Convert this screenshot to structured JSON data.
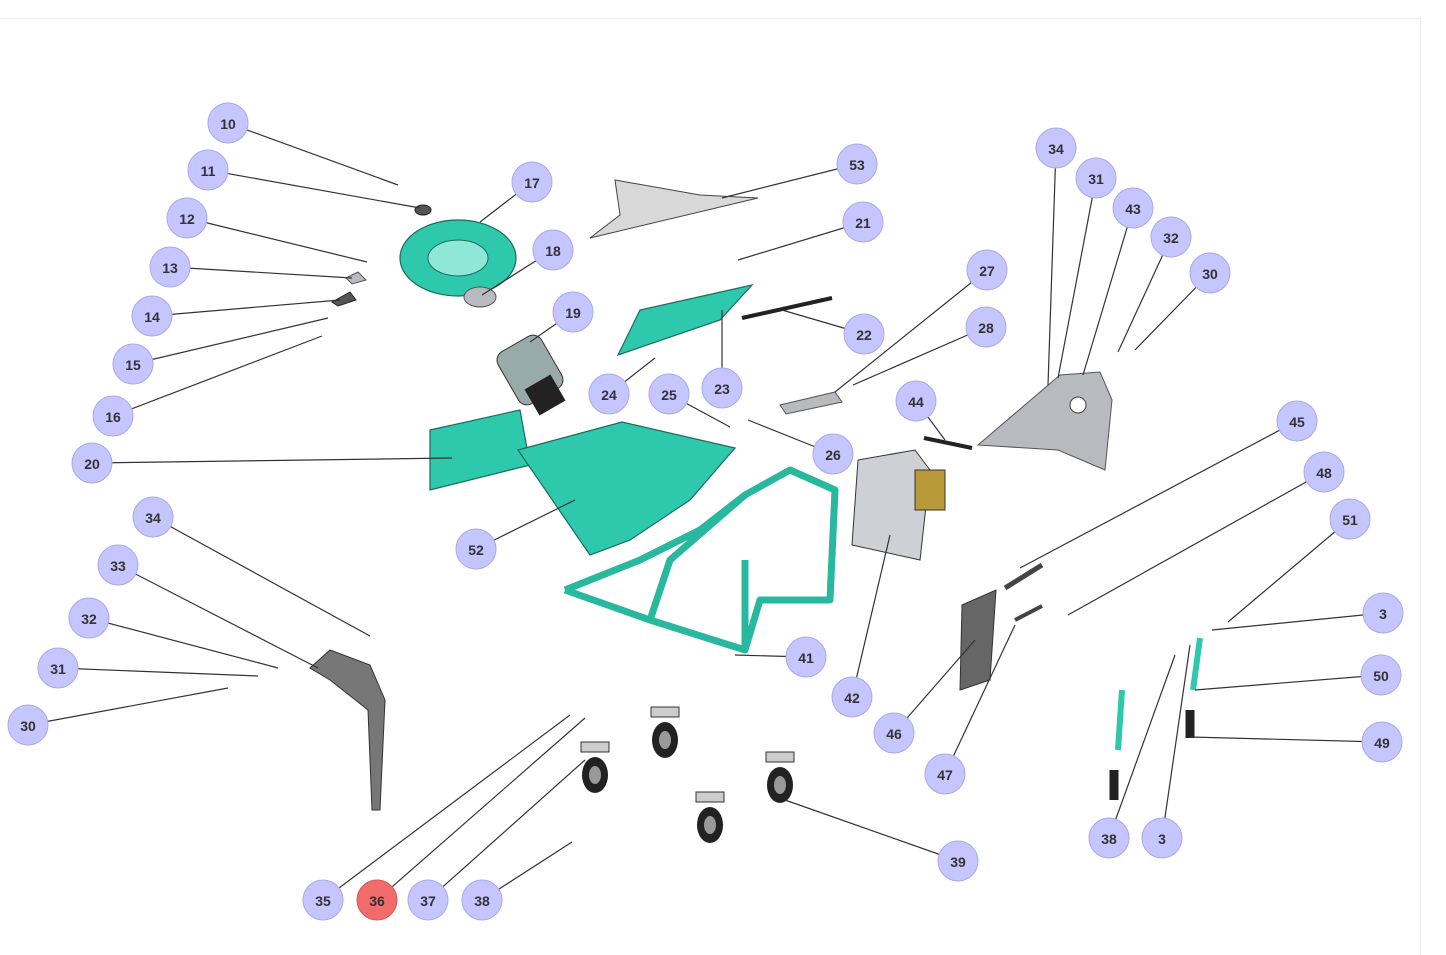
{
  "diagram": {
    "title": "Exploded parts view",
    "accent_color": "#c5c5ff",
    "selected_color": "#f26b6b",
    "selected_callout": "36",
    "callouts": [
      "10",
      "11",
      "12",
      "13",
      "14",
      "15",
      "16",
      "17",
      "18",
      "19",
      "20",
      "52",
      "53",
      "21",
      "22",
      "23",
      "24",
      "25",
      "26",
      "27",
      "28",
      "44",
      "34",
      "31",
      "43",
      "32",
      "30",
      "45",
      "48",
      "51",
      "3",
      "50",
      "49",
      "38",
      "3",
      "46",
      "47",
      "42",
      "41",
      "39",
      "34",
      "33",
      "32",
      "31",
      "30",
      "35",
      "36",
      "37",
      "38"
    ]
  }
}
